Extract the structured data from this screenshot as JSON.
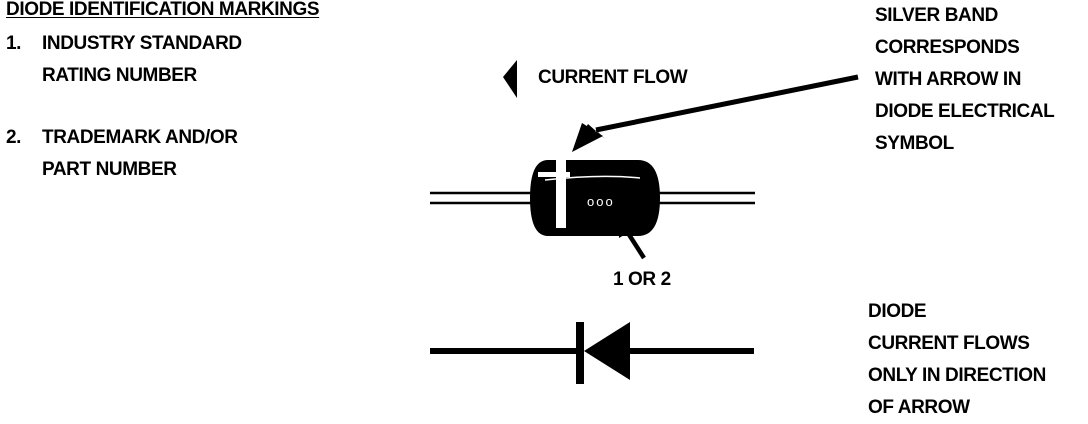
{
  "title": "DIODE IDENTIFICATION MARKINGS",
  "markings": [
    {
      "number": "1.",
      "lines": [
        "INDUSTRY STANDARD",
        "RATING NUMBER"
      ]
    },
    {
      "number": "2.",
      "lines": [
        "TRADEMARK AND/OR",
        "PART NUMBER"
      ]
    }
  ],
  "current_flow_label": "CURRENT FLOW",
  "silver_band_note": [
    "SILVER BAND",
    "CORRESPONDS",
    "WITH ARROW IN",
    "DIODE ELECTRICAL",
    "SYMBOL"
  ],
  "marking_callout": "1 OR 2",
  "diode_note": [
    "DIODE",
    "CURRENT FLOWS",
    "ONLY IN DIRECTION",
    "OF ARROW"
  ],
  "body_marking": "ooo"
}
